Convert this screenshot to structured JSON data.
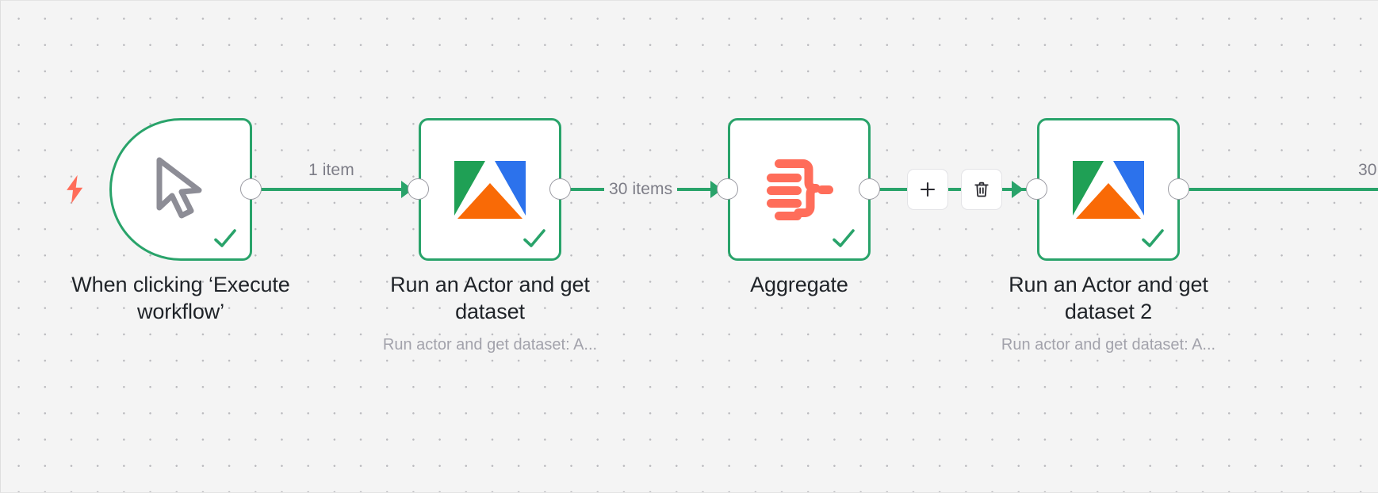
{
  "app": {
    "name": "n8n-workflow-canvas"
  },
  "canvas": {
    "background_color": "#f4f4f4",
    "grid_dot_color": "#b9b9bd",
    "accent_color": "#29a36a",
    "trigger_color": "#ff6d5a"
  },
  "nodes": [
    {
      "id": "trigger",
      "name": "When clicking 'Execute workflow'",
      "title": "When clicking ‘Execute workflow’",
      "subtitle": "",
      "icon": "cursor-pointer-icon",
      "type": "manual-trigger",
      "status": "success",
      "status_icon": "check-icon"
    },
    {
      "id": "apify-1",
      "name": "Run an Actor and get dataset",
      "title": "Run an Actor and get dataset",
      "subtitle": "Run actor and get dataset: A...",
      "icon": "apify-logo-icon",
      "type": "apify",
      "status": "success",
      "status_icon": "check-icon"
    },
    {
      "id": "aggregate",
      "name": "Aggregate",
      "title": "Aggregate",
      "subtitle": "",
      "icon": "aggregate-merge-icon",
      "type": "aggregate",
      "status": "success",
      "status_icon": "check-icon"
    },
    {
      "id": "apify-2",
      "name": "Run an Actor and get dataset 2",
      "title": "Run an Actor and get dataset 2",
      "subtitle": "Run actor and get dataset: A...",
      "icon": "apify-logo-icon",
      "type": "apify",
      "status": "success",
      "status_icon": "check-icon"
    }
  ],
  "connections": [
    {
      "id": "c1",
      "from": "trigger",
      "to": "apify-1",
      "label": "1 item"
    },
    {
      "id": "c2",
      "from": "apify-1",
      "to": "aggregate",
      "label": "30 items"
    },
    {
      "id": "c3",
      "from": "aggregate",
      "to": "apify-2",
      "label": ""
    },
    {
      "id": "c4",
      "from": "apify-2",
      "to": "",
      "label": "30"
    }
  ],
  "connection_toolbar": {
    "add_label": "+",
    "add_icon": "plus-icon",
    "delete_icon": "trash-icon"
  }
}
